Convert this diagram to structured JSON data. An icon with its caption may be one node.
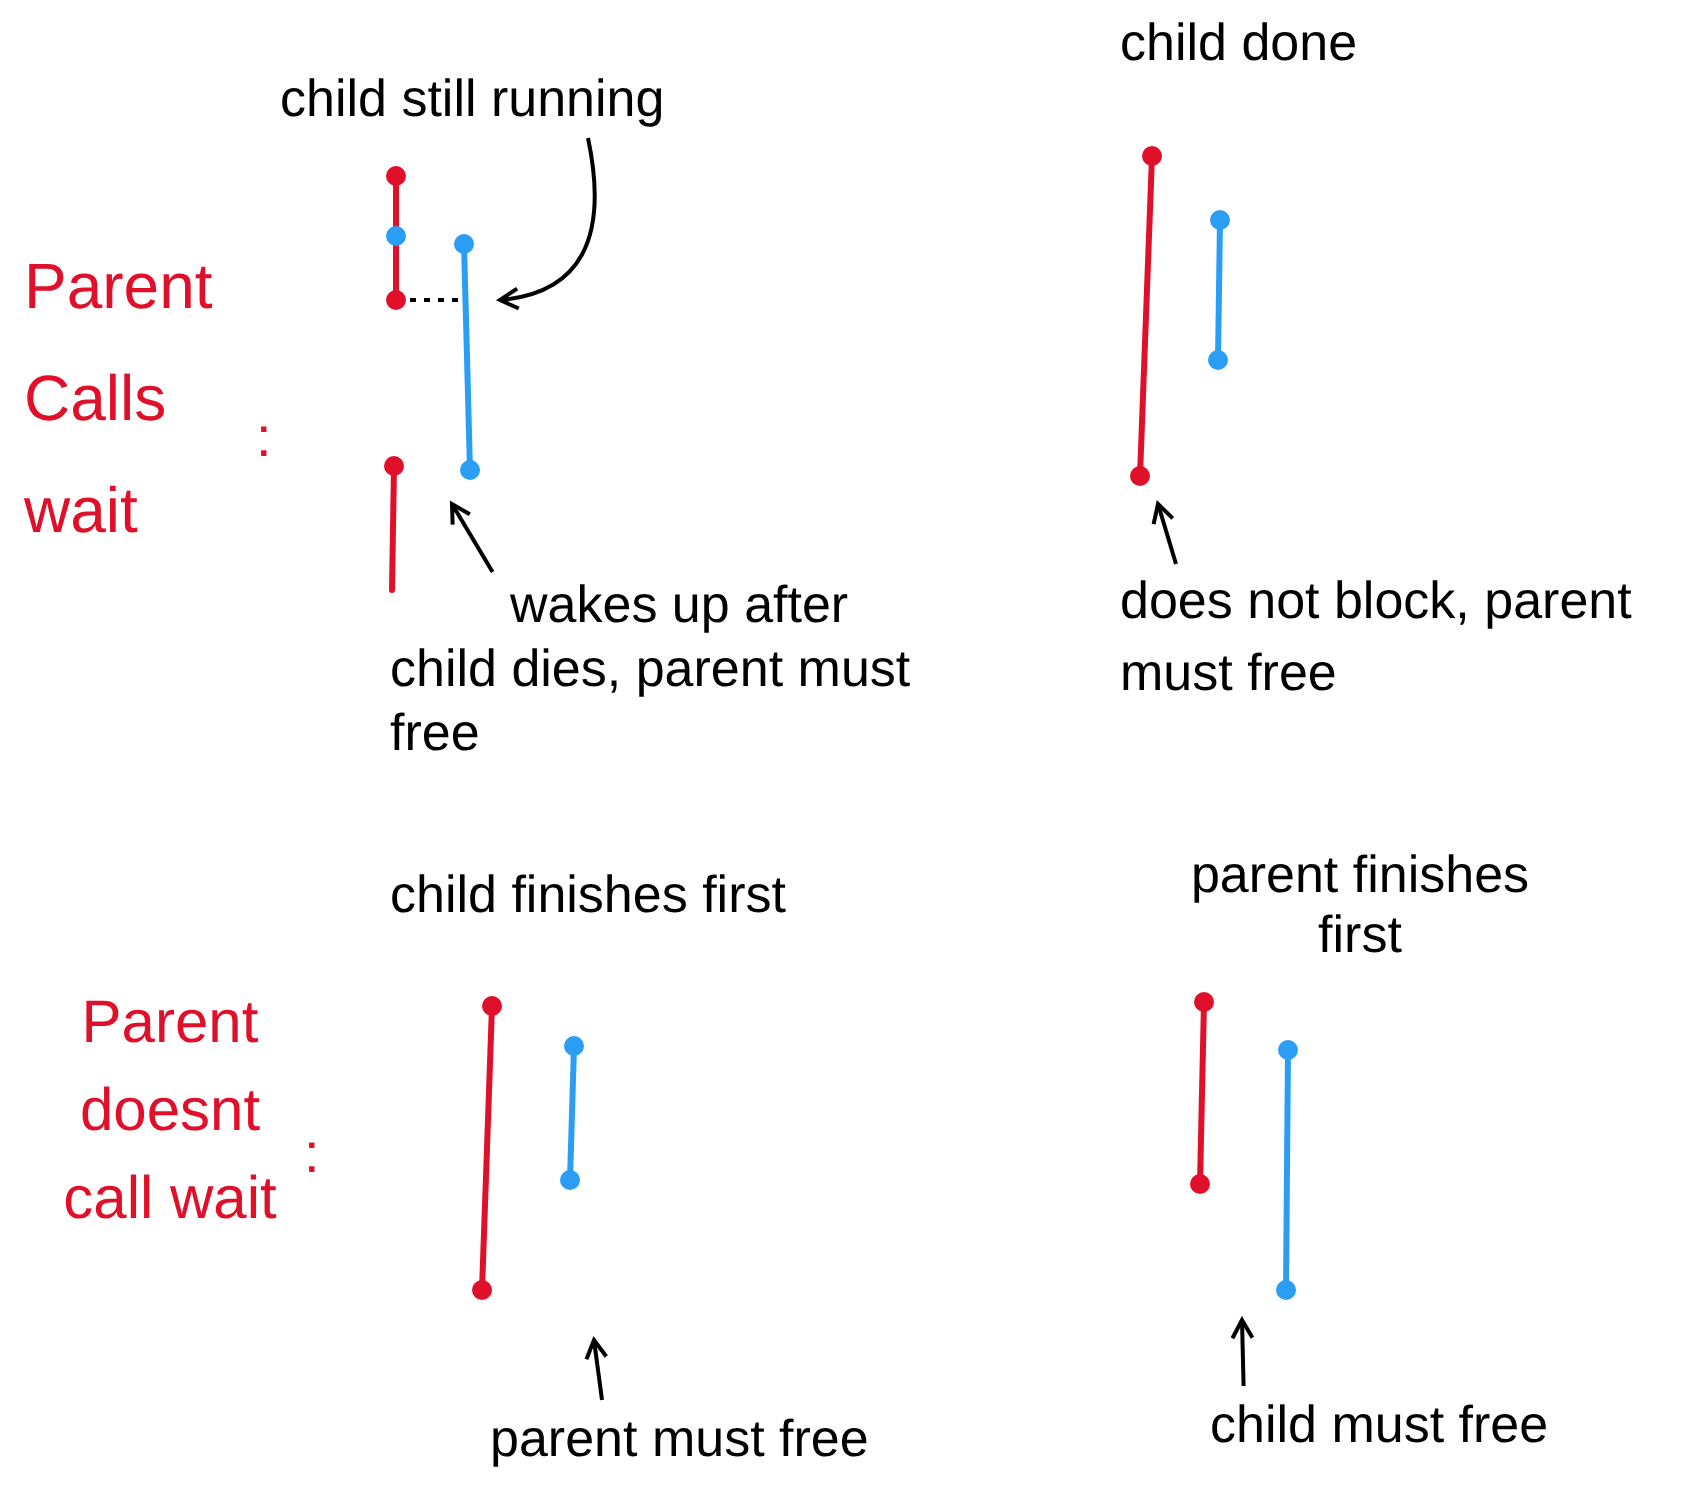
{
  "diagram": {
    "nodes": [
      {
        "text": [
          "child still running"
        ]
      },
      {
        "text": [
          "wakes up after child dies, parent must free"
        ]
      },
      {
        "text": [
          "does not block, parent must free"
        ]
      },
      {
        "text": [
          "parent must free"
        ]
      },
      {
        "text": [
          "child must free"
        ]
      }
    ],
    "edges": [
      {
        "from": 0,
        "to": null,
        "arrow": "to"
      },
      {
        "from": 1,
        "to": null,
        "arrow": "to"
      },
      {
        "from": 2,
        "to": null,
        "arrow": "to"
      },
      {
        "from": 3,
        "to": null,
        "arrow": "to"
      },
      {
        "from": 4,
        "to": null,
        "arrow": "to"
      }
    ],
    "labels": [
      "Parent Calls wait",
      ":",
      "child done",
      "child finishes first",
      "parent finishes first",
      "Parent doesnt call wait",
      ":"
    ]
  }
}
